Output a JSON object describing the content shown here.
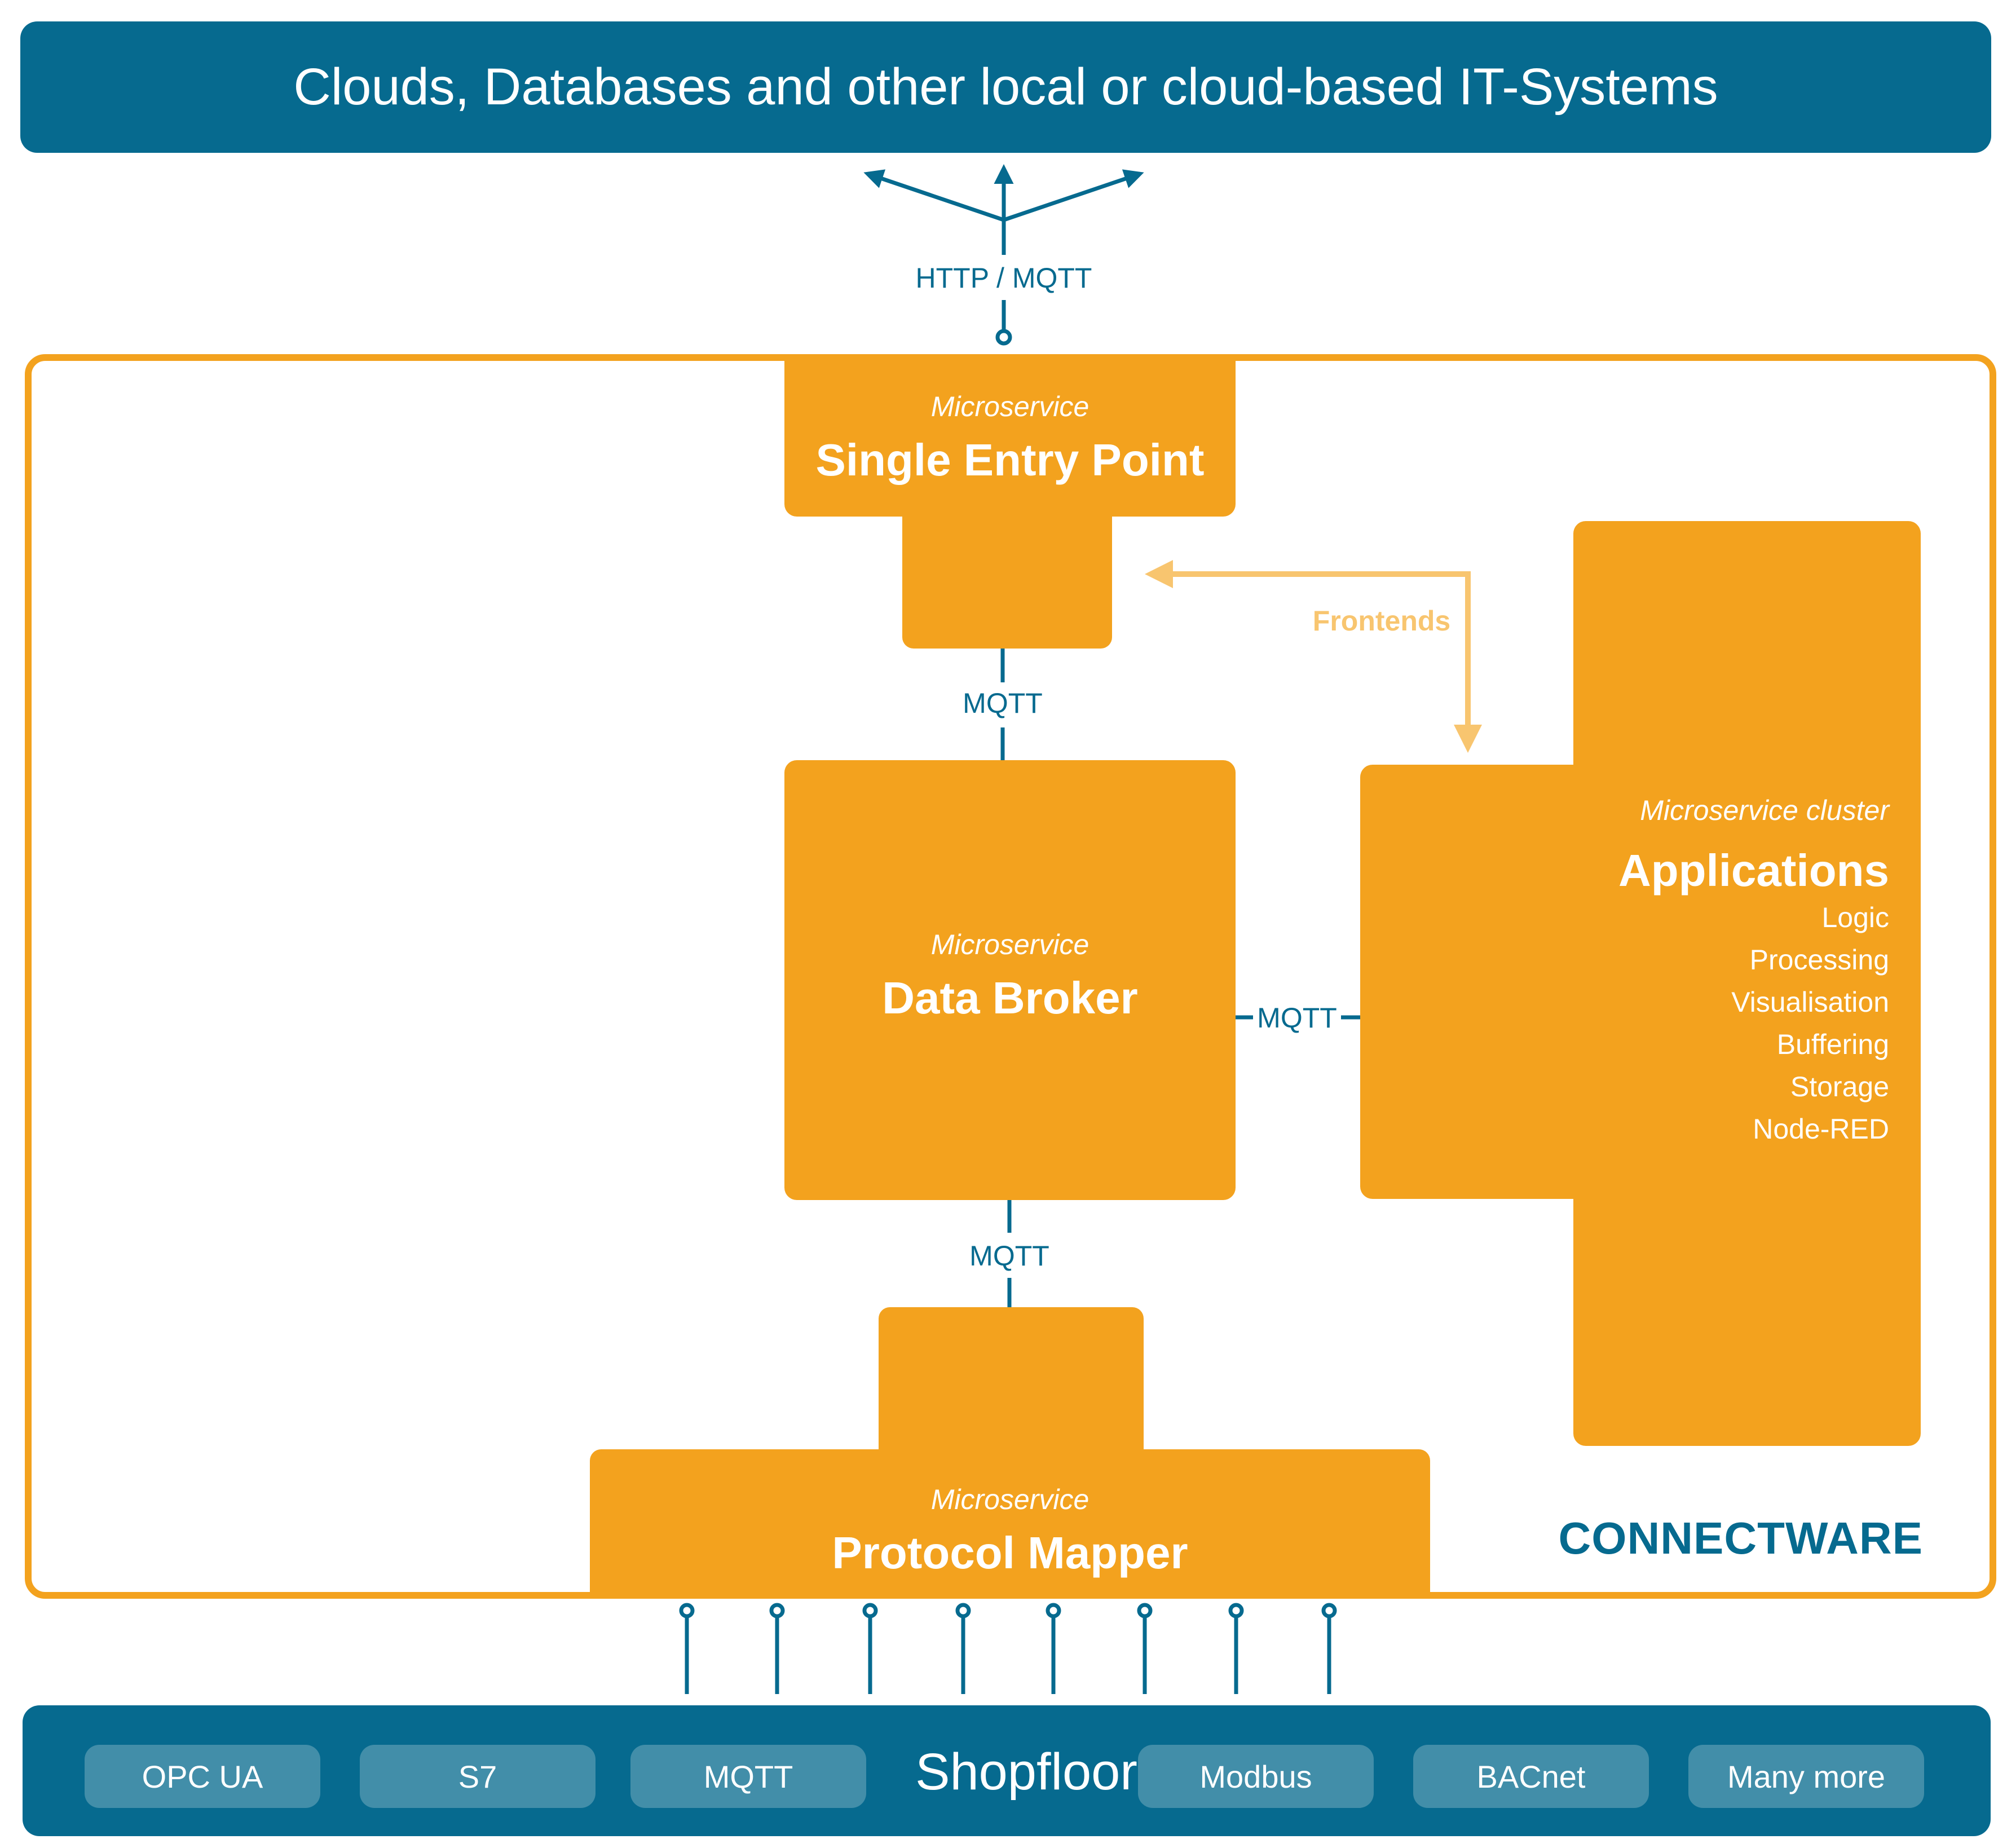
{
  "top_banner": {
    "text": "Clouds, Databases and other local or cloud-based IT-Systems"
  },
  "connections": {
    "top": "HTTP / MQTT",
    "sep_to_broker": "MQTT",
    "broker_to_apps": "MQTT",
    "broker_to_mapper": "MQTT",
    "frontends": "Frontends"
  },
  "single_entry_point": {
    "label": "Microservice",
    "title": "Single Entry Point"
  },
  "data_broker": {
    "label": "Microservice",
    "title": "Data Broker"
  },
  "protocol_mapper": {
    "label": "Microservice",
    "title": "Protocol Mapper"
  },
  "applications": {
    "label": "Microservice cluster",
    "title": "Applications",
    "items": [
      "Logic",
      "Processing",
      "Visualisation",
      "Buffering",
      "Storage",
      "Node-RED"
    ]
  },
  "brand": "CONNECTWARE",
  "shopfloor": {
    "title": "Shopfloor",
    "protocols": [
      "OPC UA",
      "S7",
      "MQTT",
      "Modbus",
      "BACnet",
      "Many more"
    ]
  },
  "colors": {
    "teal": "#066a8f",
    "orange": "#f3a21e",
    "light_orange": "#f8c56f",
    "pill": "#428ea9"
  }
}
